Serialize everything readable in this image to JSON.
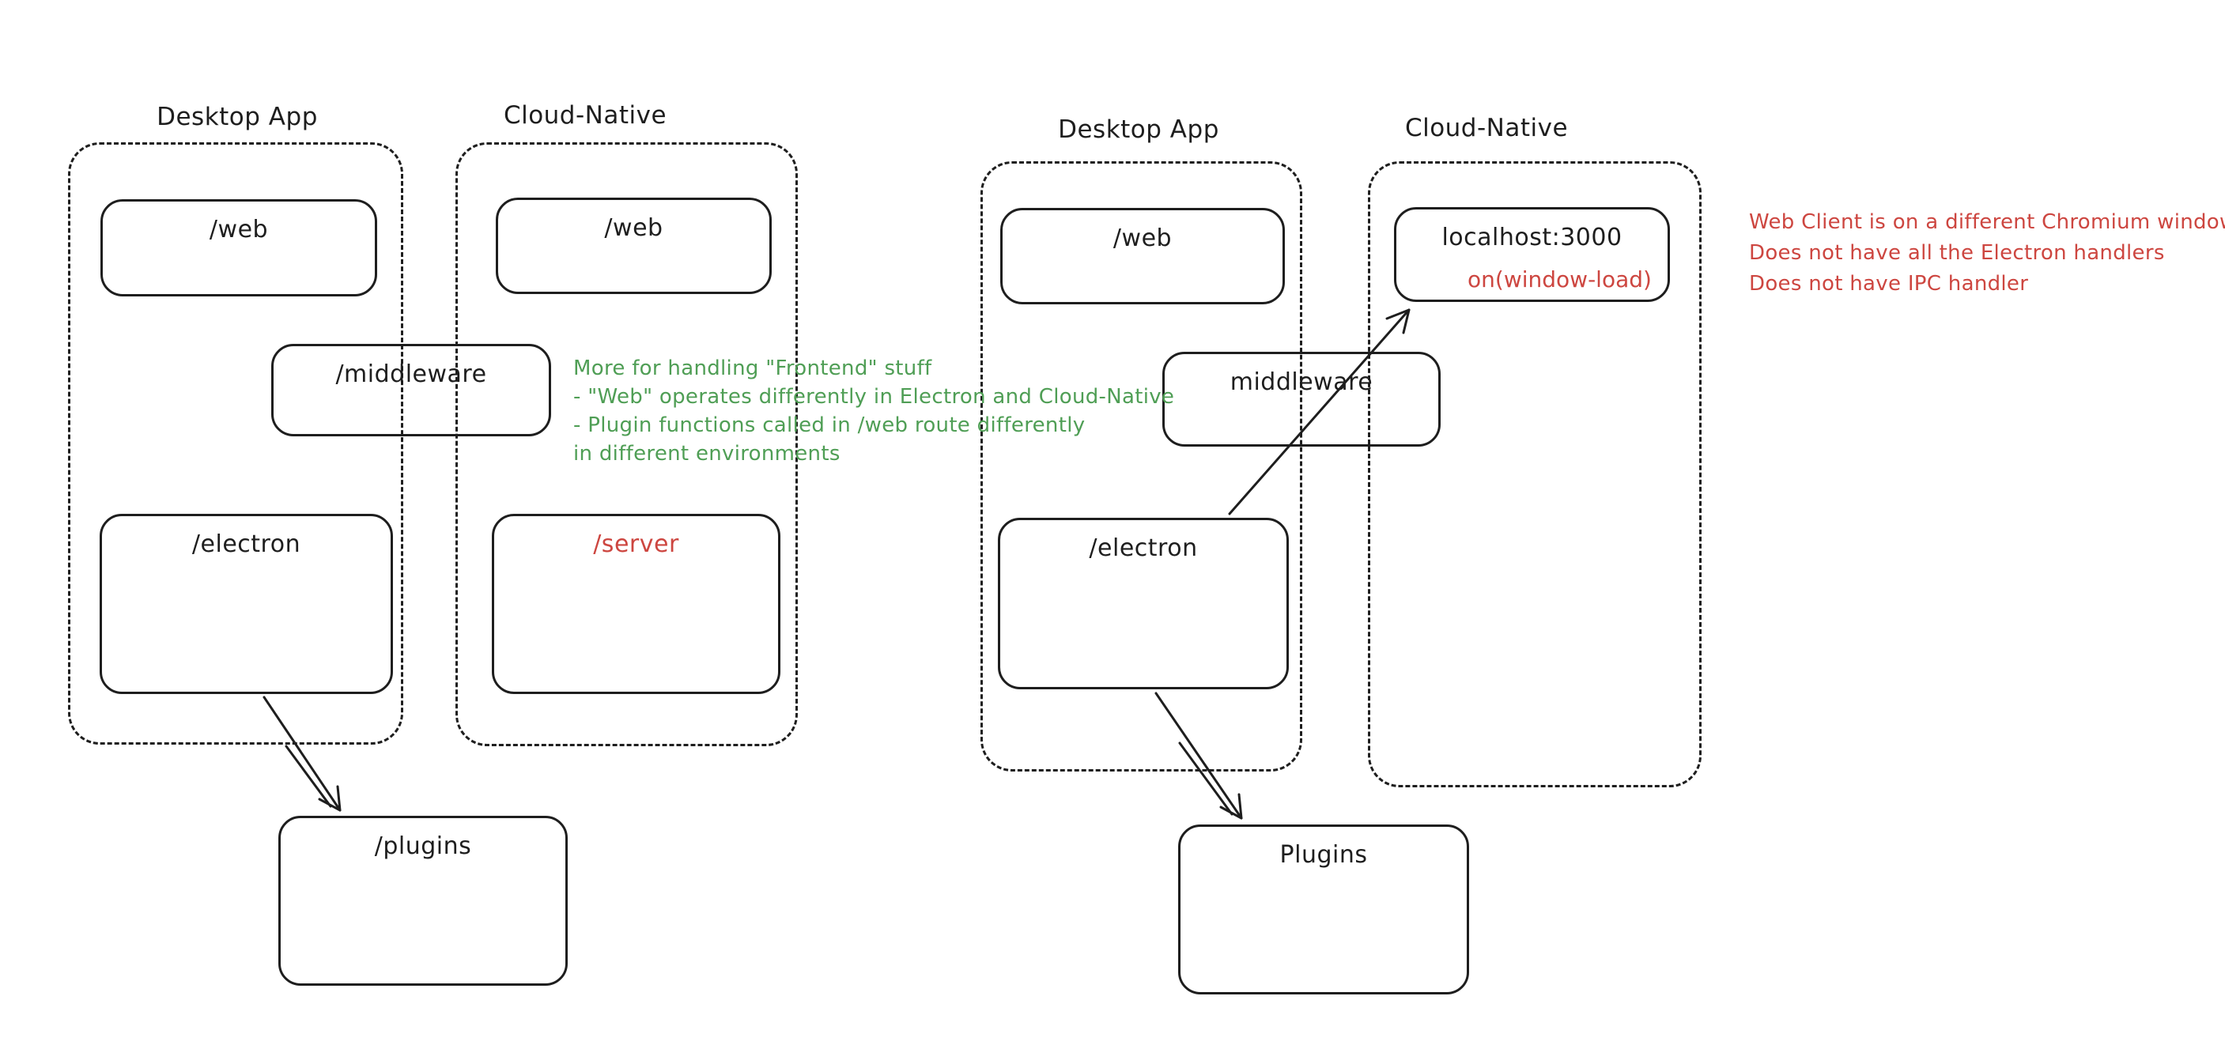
{
  "palette": {
    "stroke": "#1e1e1e",
    "green": "#4f9e55",
    "red": "#cd4640",
    "background": "#ffffff"
  },
  "left_diagram": {
    "desktop_container_label": "Desktop App",
    "cloud_container_label": "Cloud-Native",
    "web_desktop_label": "/web",
    "web_cloud_label": "/web",
    "middleware_label": "/middleware",
    "electron_label": "/electron",
    "server_label": "/server",
    "plugins_label": "/plugins"
  },
  "green_note": {
    "lines": [
      "More for handling \"Frontend\" stuff",
      "- \"Web\" operates differently in Electron and Cloud-Native",
      "- Plugin functions called in /web route differently",
      "in different environments"
    ]
  },
  "right_diagram": {
    "desktop_container_label": "Desktop App",
    "cloud_container_label": "Cloud-Native",
    "web_label": "/web",
    "localhost_label": "localhost:3000",
    "localhost_event_label": "on(window-load)",
    "middleware_label": "middleware",
    "electron_label": "/electron",
    "plugins_label": "Plugins"
  },
  "red_note": {
    "lines": [
      "Web Client is on a different Chromium window",
      "Does not have all the Electron handlers",
      "Does not have IPC handler"
    ]
  }
}
